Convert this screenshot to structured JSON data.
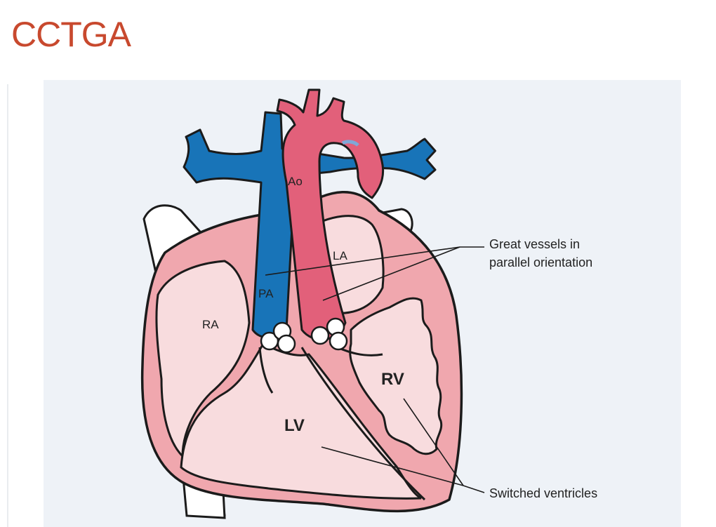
{
  "title": "CCTGA",
  "colors": {
    "title": "#c8492e",
    "panel_background": "#eef2f7",
    "aorta_red": "#e2607a",
    "pulmonary_blue": "#1874b8",
    "myocardium_pink": "#f0a7ae",
    "chamber_pink": "#f8dcde",
    "outline": "#1b1b1b"
  },
  "diagram": {
    "labels": {
      "aorta": "Ao",
      "pulmonary_artery": "PA",
      "left_atrium": "LA",
      "right_atrium": "RA",
      "right_ventricle": "RV",
      "left_ventricle": "LV"
    },
    "callouts": {
      "great_vessels_line1": "Great vessels in",
      "great_vessels_line2": "parallel orientation",
      "ventricles": "Switched ventricles"
    }
  }
}
